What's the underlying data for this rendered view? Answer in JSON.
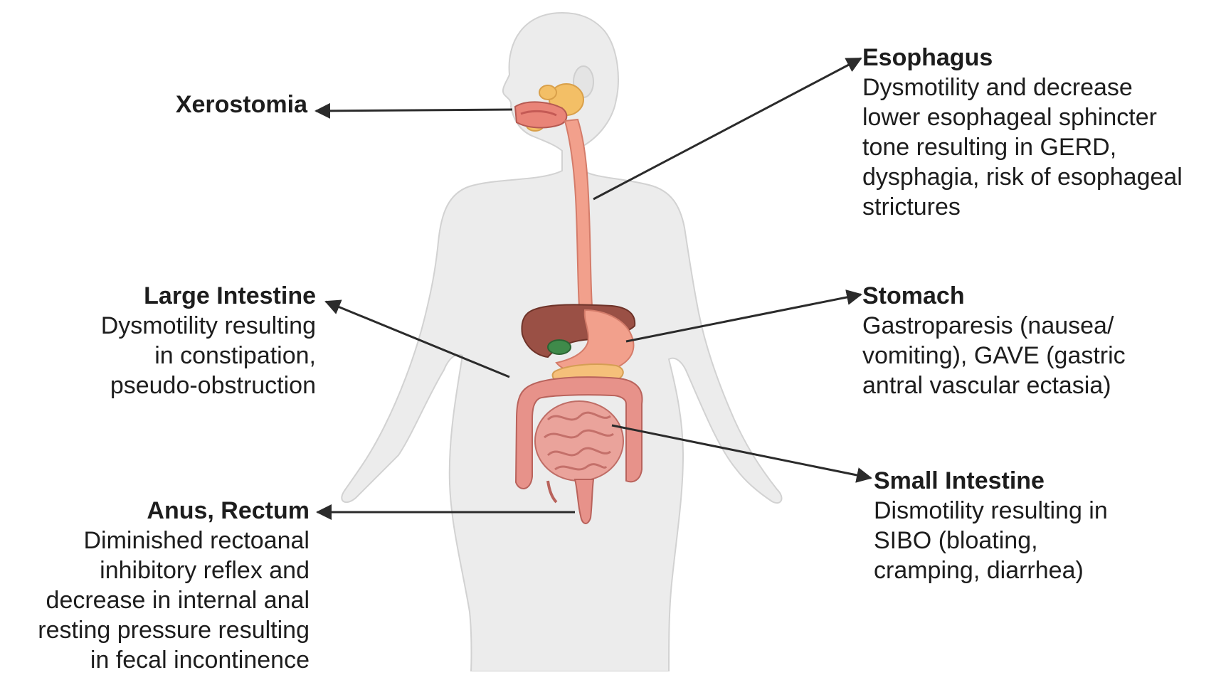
{
  "labels": {
    "xerostomia": {
      "title": "Xerostomia"
    },
    "large_intestine": {
      "title": "Large Intestine",
      "description": "Dysmotility resulting\nin constipation,\npseudo-obstruction"
    },
    "anus_rectum": {
      "title": "Anus, Rectum",
      "description": "Diminished rectoanal\ninhibitory reflex and\ndecrease in internal anal\nresting pressure resulting\nin fecal incontinence"
    },
    "esophagus": {
      "title": "Esophagus",
      "description": "Dysmotility and decrease\nlower esophageal sphincter\ntone resulting in GERD,\ndysphagia, risk of esophageal\nstrictures"
    },
    "stomach": {
      "title": "Stomach",
      "description": "Gastroparesis (nausea/\nvomiting), GAVE (gastric\nantral vascular ectasia)"
    },
    "small_intestine": {
      "title": "Small Intestine",
      "description": "Dismotility resulting in\nSIBO (bloating,\ncramping, diarrhea)"
    }
  },
  "colors": {
    "body_fill": "#ececec",
    "body_stroke": "#cfcfcf",
    "esophagus": "#f2a08c",
    "liver": "#9a5045",
    "stomach": "#f2a08c",
    "pancreas": "#f5c07a",
    "gallbladder": "#3f8a4a",
    "intestine": "#e7928a",
    "salivary": "#f3bf66",
    "arrow": "#2b2b2b"
  }
}
